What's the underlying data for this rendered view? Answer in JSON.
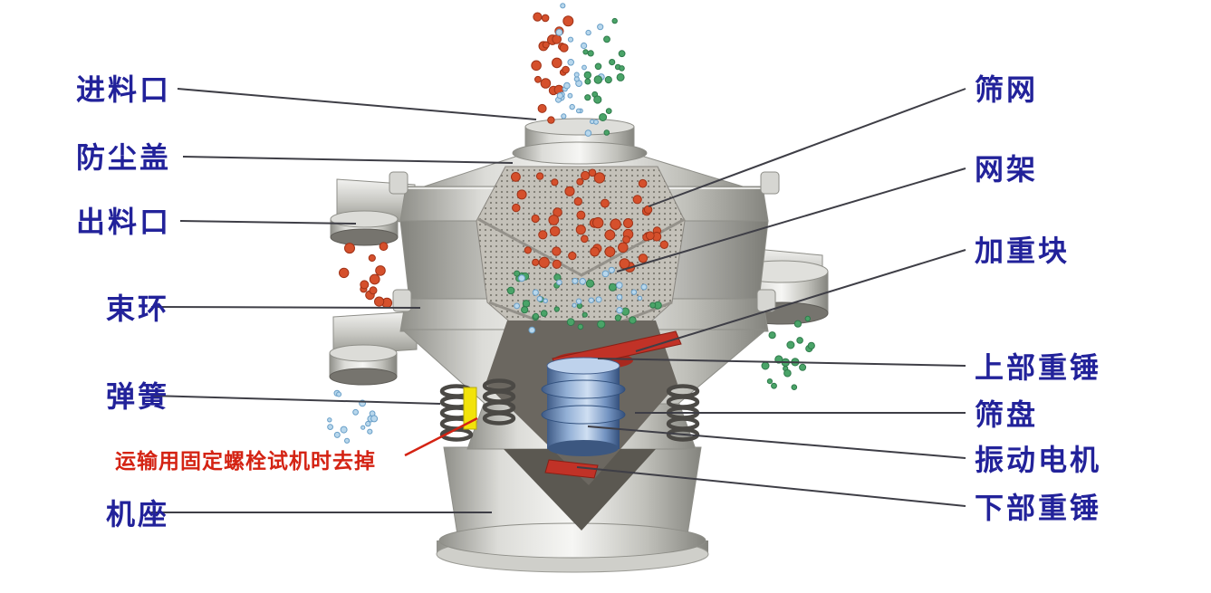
{
  "labels": {
    "left": [
      {
        "id": "feed-inlet",
        "text": "进料口"
      },
      {
        "id": "dust-cover",
        "text": "防尘盖"
      },
      {
        "id": "discharge-outlet",
        "text": "出料口"
      },
      {
        "id": "clamp-ring",
        "text": "束环"
      },
      {
        "id": "spring",
        "text": "弹簧"
      },
      {
        "id": "machine-base",
        "text": "机座"
      }
    ],
    "warning": {
      "id": "transport-bolt-note",
      "text": "运输用固定螺栓试机时去掉"
    },
    "right": [
      {
        "id": "screen-mesh",
        "text": "筛网"
      },
      {
        "id": "mesh-frame",
        "text": "网架"
      },
      {
        "id": "weight-block",
        "text": "加重块"
      },
      {
        "id": "upper-weight",
        "text": "上部重锤"
      },
      {
        "id": "sieve-pan",
        "text": "筛盘"
      },
      {
        "id": "vibration-motor",
        "text": "振动电机"
      },
      {
        "id": "lower-weight",
        "text": "下部重锤"
      }
    ]
  },
  "colors": {
    "label_text": "#22229a",
    "warning_text": "#d42313",
    "leader_line": "#3e3e46",
    "particle_red": "#d5502c",
    "particle_red_edge": "#a03318",
    "particle_green": "#4aa468",
    "particle_green_edge": "#2f7a4b",
    "particle_blue": "#b8d7ec",
    "particle_blue_edge": "#699fc8",
    "motor_blue": "#6e8fc0",
    "bolt_yellow": "#f2e30a",
    "weight_red": "#c13227"
  }
}
